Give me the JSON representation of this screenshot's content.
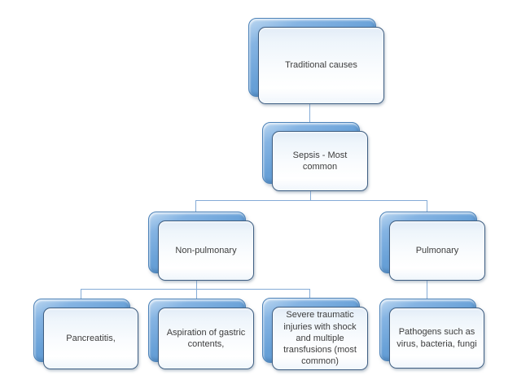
{
  "diagram": {
    "type": "hierarchy-flowchart",
    "colors": {
      "background": "#ffffff",
      "shadow_shape_blue": "#67a0d7",
      "shape_border": "#3e5e82",
      "shape_fill_top": "#e2ecf7",
      "shape_fill_bottom": "#ffffff",
      "connector_line": "#84abd6",
      "text": "#3d3d3d"
    },
    "nodes": {
      "traditional": {
        "label": "Traditional causes"
      },
      "sepsis": {
        "label": "Sepsis - Most common"
      },
      "non_pulmonary": {
        "label": "Non-pulmonary"
      },
      "pulmonary": {
        "label": "Pulmonary"
      },
      "pancreatitis": {
        "label": "Pancreatitis,"
      },
      "aspiration": {
        "label": "Aspiration of gastric contents,"
      },
      "severe_trauma": {
        "label": "Severe traumatic injuries with shock and multiple transfusions (most common)"
      },
      "pathogens": {
        "label": "Pathogens such as virus, bacteria, fungi"
      }
    },
    "edges": [
      {
        "from": "traditional",
        "to": "sepsis"
      },
      {
        "from": "sepsis",
        "to": "non_pulmonary"
      },
      {
        "from": "sepsis",
        "to": "pulmonary"
      },
      {
        "from": "non_pulmonary",
        "to": "pancreatitis"
      },
      {
        "from": "non_pulmonary",
        "to": "aspiration"
      },
      {
        "from": "non_pulmonary",
        "to": "severe_trauma"
      },
      {
        "from": "pulmonary",
        "to": "pathogens"
      }
    ]
  }
}
